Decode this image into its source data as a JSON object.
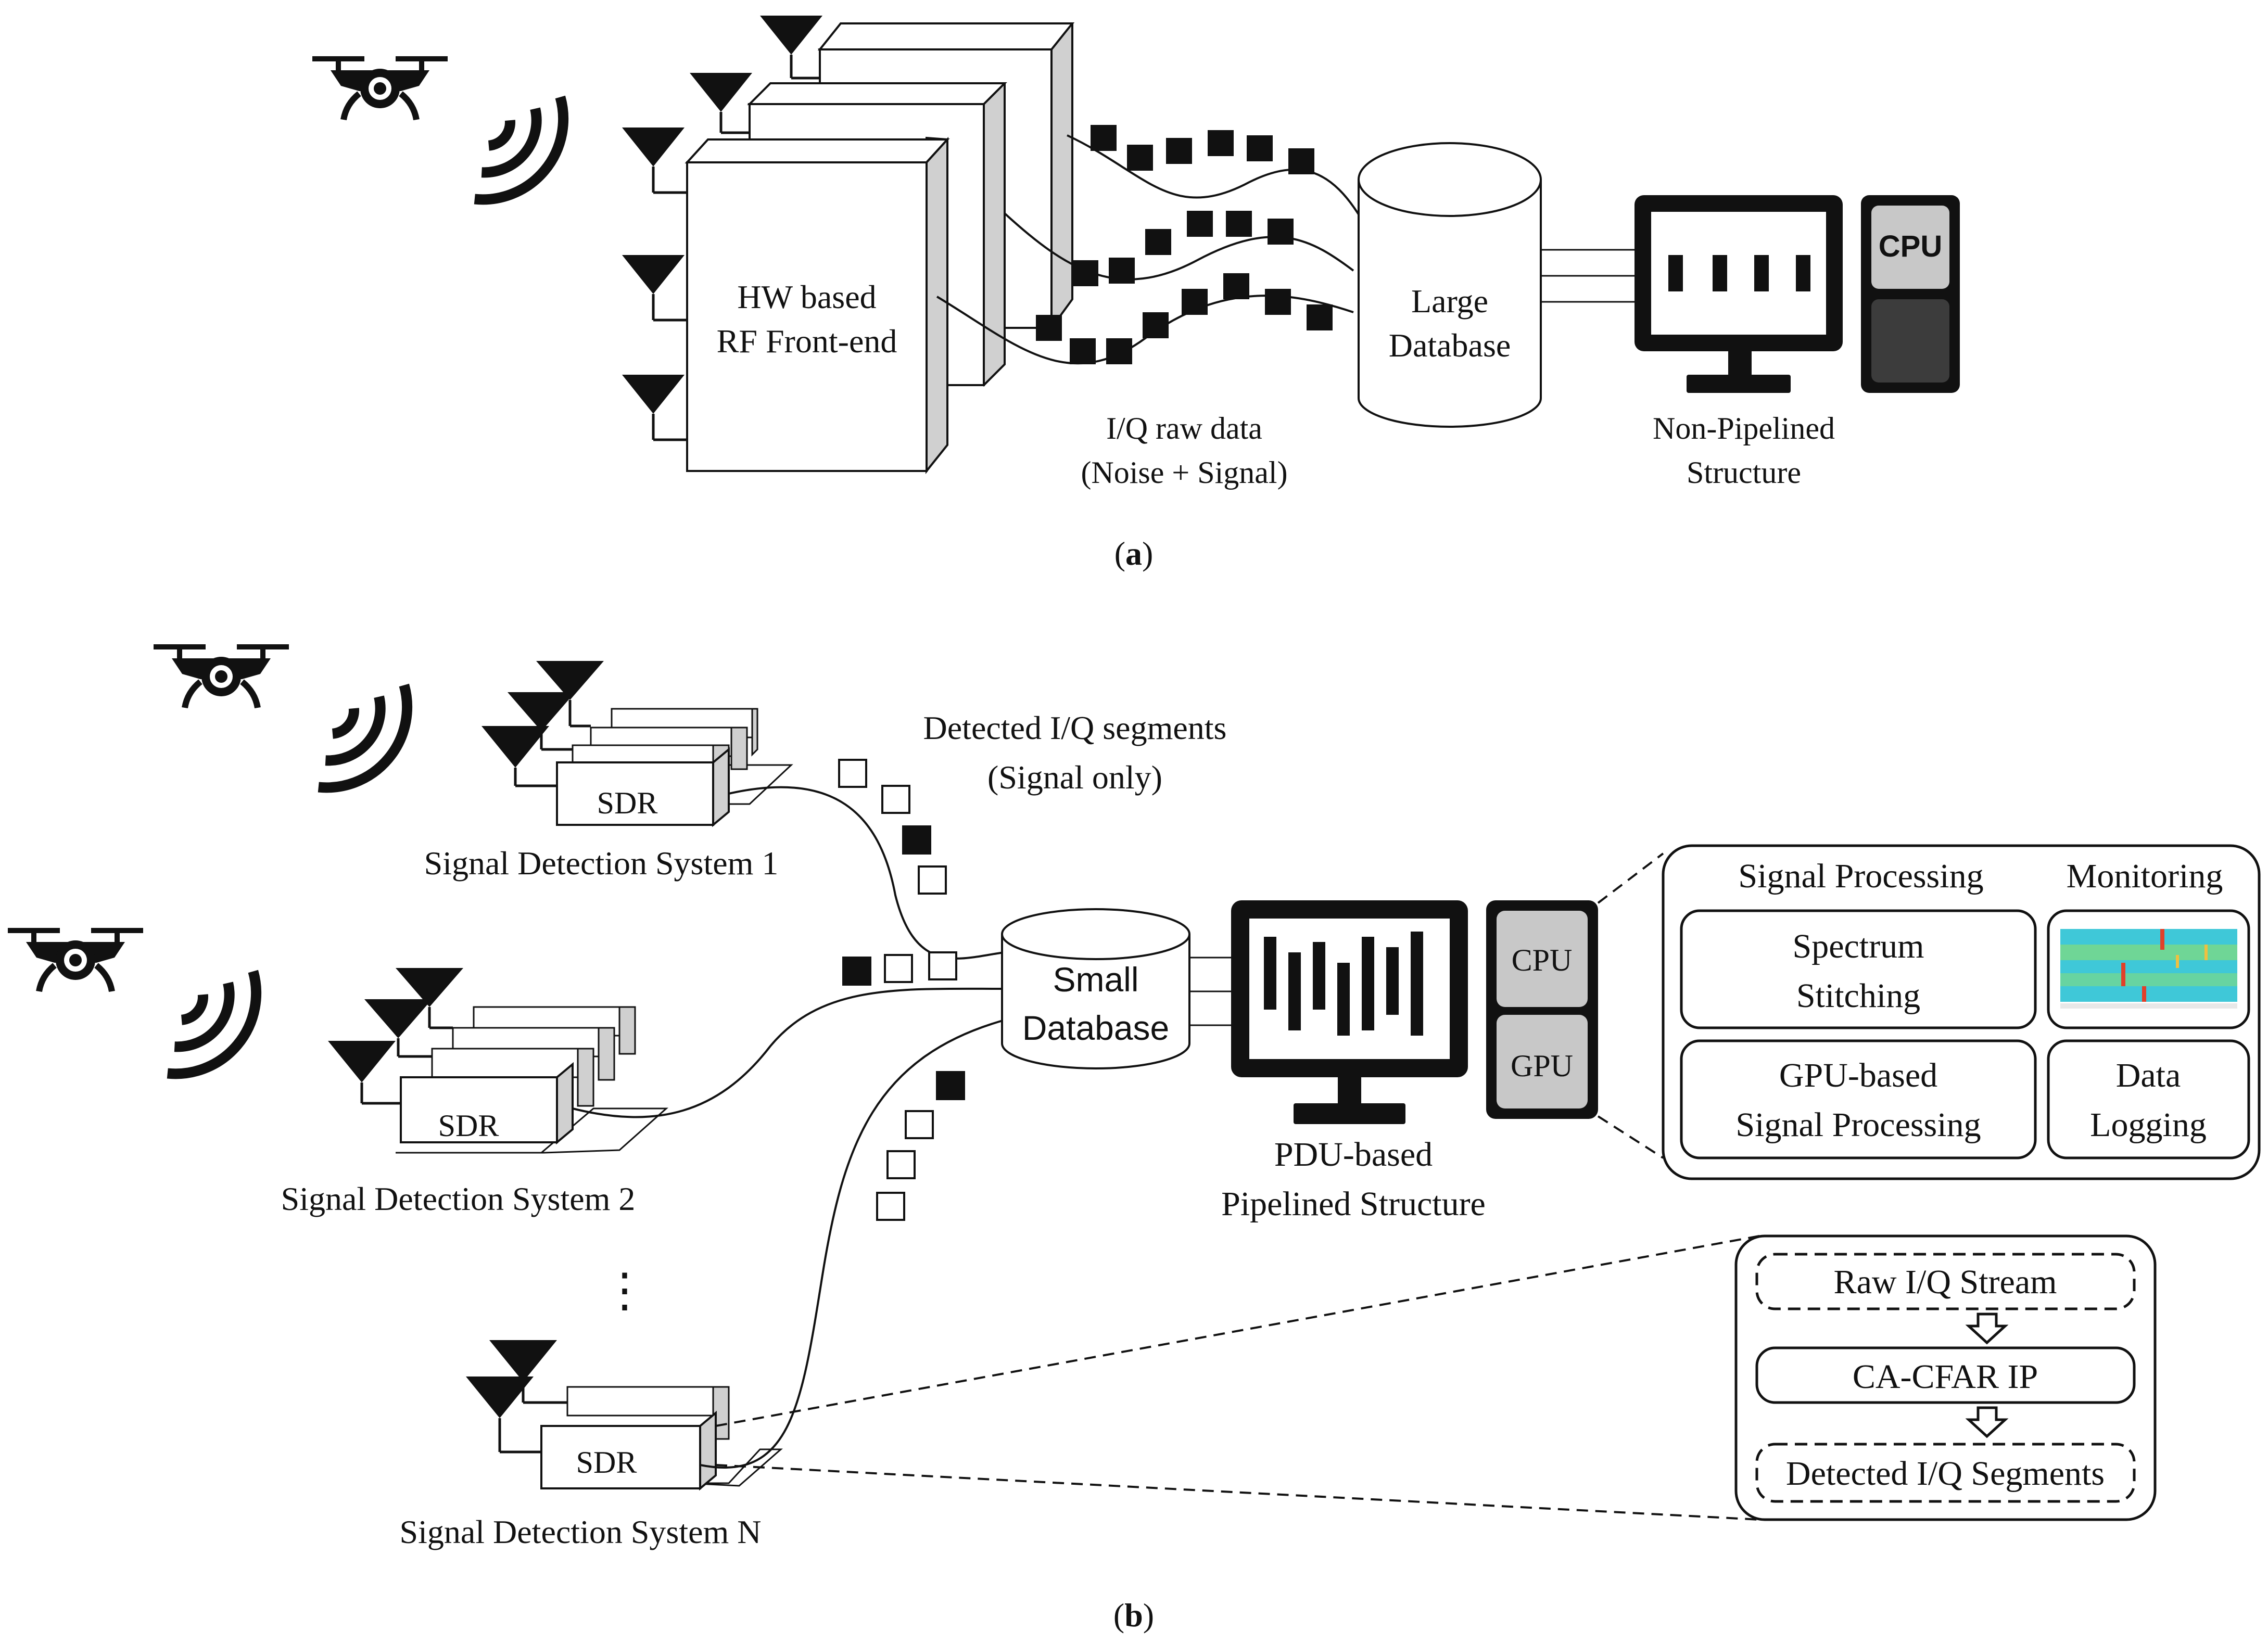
{
  "panel_a": {
    "frontend_label_line1": "HW based",
    "frontend_label_line2": "RF Front-end",
    "iq_label_line1": "I/Q raw data",
    "iq_label_line2": "(Noise + Signal)",
    "database_line1": "Large",
    "database_line2": "Database",
    "structure_line1": "Non-Pipelined",
    "structure_line2": "Structure",
    "cpu_label": "CPU",
    "caption_open": "(",
    "caption_letter": "a",
    "caption_close": ")"
  },
  "panel_b": {
    "detected_line1": "Detected I/Q segments",
    "detected_line2": "(Signal only)",
    "systems": [
      {
        "sdr_label": "SDR",
        "name": "Signal Detection System 1"
      },
      {
        "sdr_label": "SDR",
        "name": "Signal Detection System 2"
      },
      {
        "sdr_label": "SDR",
        "name": "Signal Detection System N"
      }
    ],
    "ellipsis": "⋮",
    "database_line1": "Small",
    "database_line2": "Database",
    "structure_line1": "PDU-based",
    "structure_line2": "Pipelined Structure",
    "cpu_label": "CPU",
    "gpu_label": "GPU",
    "processing_panel": {
      "signal_processing_header": "Signal Processing",
      "monitoring_header": "Monitoring",
      "spectrum_line1": "Spectrum",
      "spectrum_line2": "Stitching",
      "gpu_proc_line1": "GPU-based",
      "gpu_proc_line2": "Signal Processing",
      "logging_line1": "Data",
      "logging_line2": "Logging"
    },
    "fpga_panel": {
      "raw_stream": "Raw I/Q Stream",
      "cfar": "CA-CFAR IP",
      "detected": "Detected I/Q Segments"
    },
    "caption_open": "(",
    "caption_letter": "b",
    "caption_close": ")"
  },
  "colors": {
    "ink": "#111111",
    "panel_gray": "#c8c8c8",
    "dark_gray": "#3c3c3c",
    "box_side": "#d0d0d0",
    "spectrum_bg": "#3fc8d8",
    "spectrum_band": "#8fe06a",
    "spectrum_peak": "#e0402a"
  }
}
